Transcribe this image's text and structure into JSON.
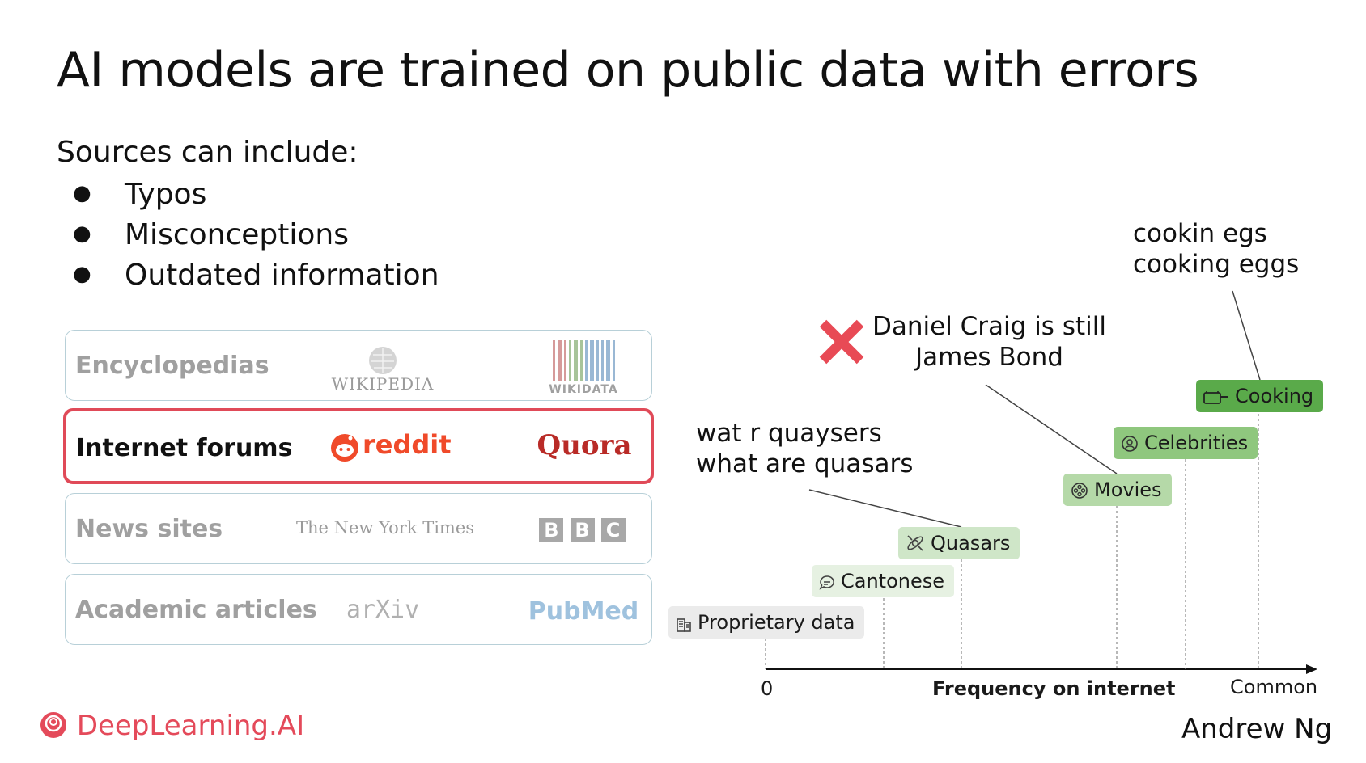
{
  "title": "AI models are trained on public data with errors",
  "intro": "Sources can include:",
  "bullets": [
    "Typos",
    "Misconceptions",
    "Outdated information"
  ],
  "sources": [
    {
      "label": "Encyclopedias",
      "logos": [
        "Wikipedia",
        "WIKIDATA"
      ],
      "highlighted": false
    },
    {
      "label": "Internet forums",
      "logos": [
        "reddit",
        "Quora"
      ],
      "highlighted": true
    },
    {
      "label": "News sites",
      "logos": [
        "The New York Times",
        "BBC"
      ],
      "highlighted": false
    },
    {
      "label": "Academic articles",
      "logos": [
        "arXiv",
        "PubMed"
      ],
      "highlighted": false
    }
  ],
  "logo_text": {
    "wikipedia": "WIKIPEDIA",
    "wikidata": "WIKIDATA",
    "reddit": "reddit",
    "quora": "Quora",
    "nyt": "The New York Times",
    "bbc": [
      "B",
      "B",
      "C"
    ],
    "arxiv": "arXiv",
    "pubmed": "PubMed"
  },
  "chart": {
    "axis_label": "Frequency on internet",
    "axis_min_label": "0",
    "axis_max_label": "Common",
    "topics": [
      {
        "label": "Proprietary data",
        "icon": "building-icon",
        "color": "#ebebeb"
      },
      {
        "label": "Cantonese",
        "icon": "speech-bubble-icon",
        "color": "#e6f1e2"
      },
      {
        "label": "Quasars",
        "icon": "satellite-icon",
        "color": "#cfe6c8"
      },
      {
        "label": "Movies",
        "icon": "film-reel-icon",
        "color": "#b5d9a8"
      },
      {
        "label": "Celebrities",
        "icon": "celebrity-icon",
        "color": "#8fc77e"
      },
      {
        "label": "Cooking",
        "icon": "cooking-pot-icon",
        "color": "#5aaa4a"
      }
    ],
    "annotations": {
      "typo": [
        "wat r quaysers",
        "what are quasars"
      ],
      "misconception": [
        "Daniel Craig is still",
        "James Bond"
      ],
      "cooking": [
        "cookin egs",
        "cooking eggs"
      ]
    },
    "error_mark_color": "#e84a55"
  },
  "footer": {
    "brand": "DeepLearning.AI",
    "brand_color": "#e44a5a",
    "author": "Andrew Ng"
  }
}
